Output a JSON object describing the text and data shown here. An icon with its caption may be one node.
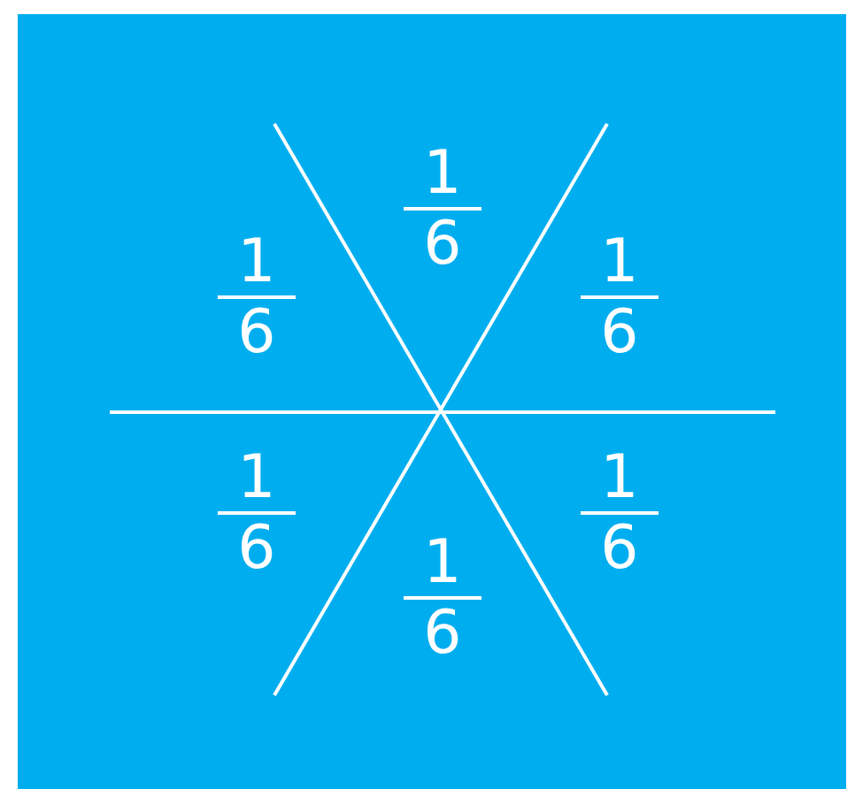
{
  "diagram": {
    "labels": [
      "1",
      "6",
      "1",
      "6",
      "1",
      "6",
      "1",
      "6",
      "1",
      "6",
      "1",
      "6"
    ]
  }
}
